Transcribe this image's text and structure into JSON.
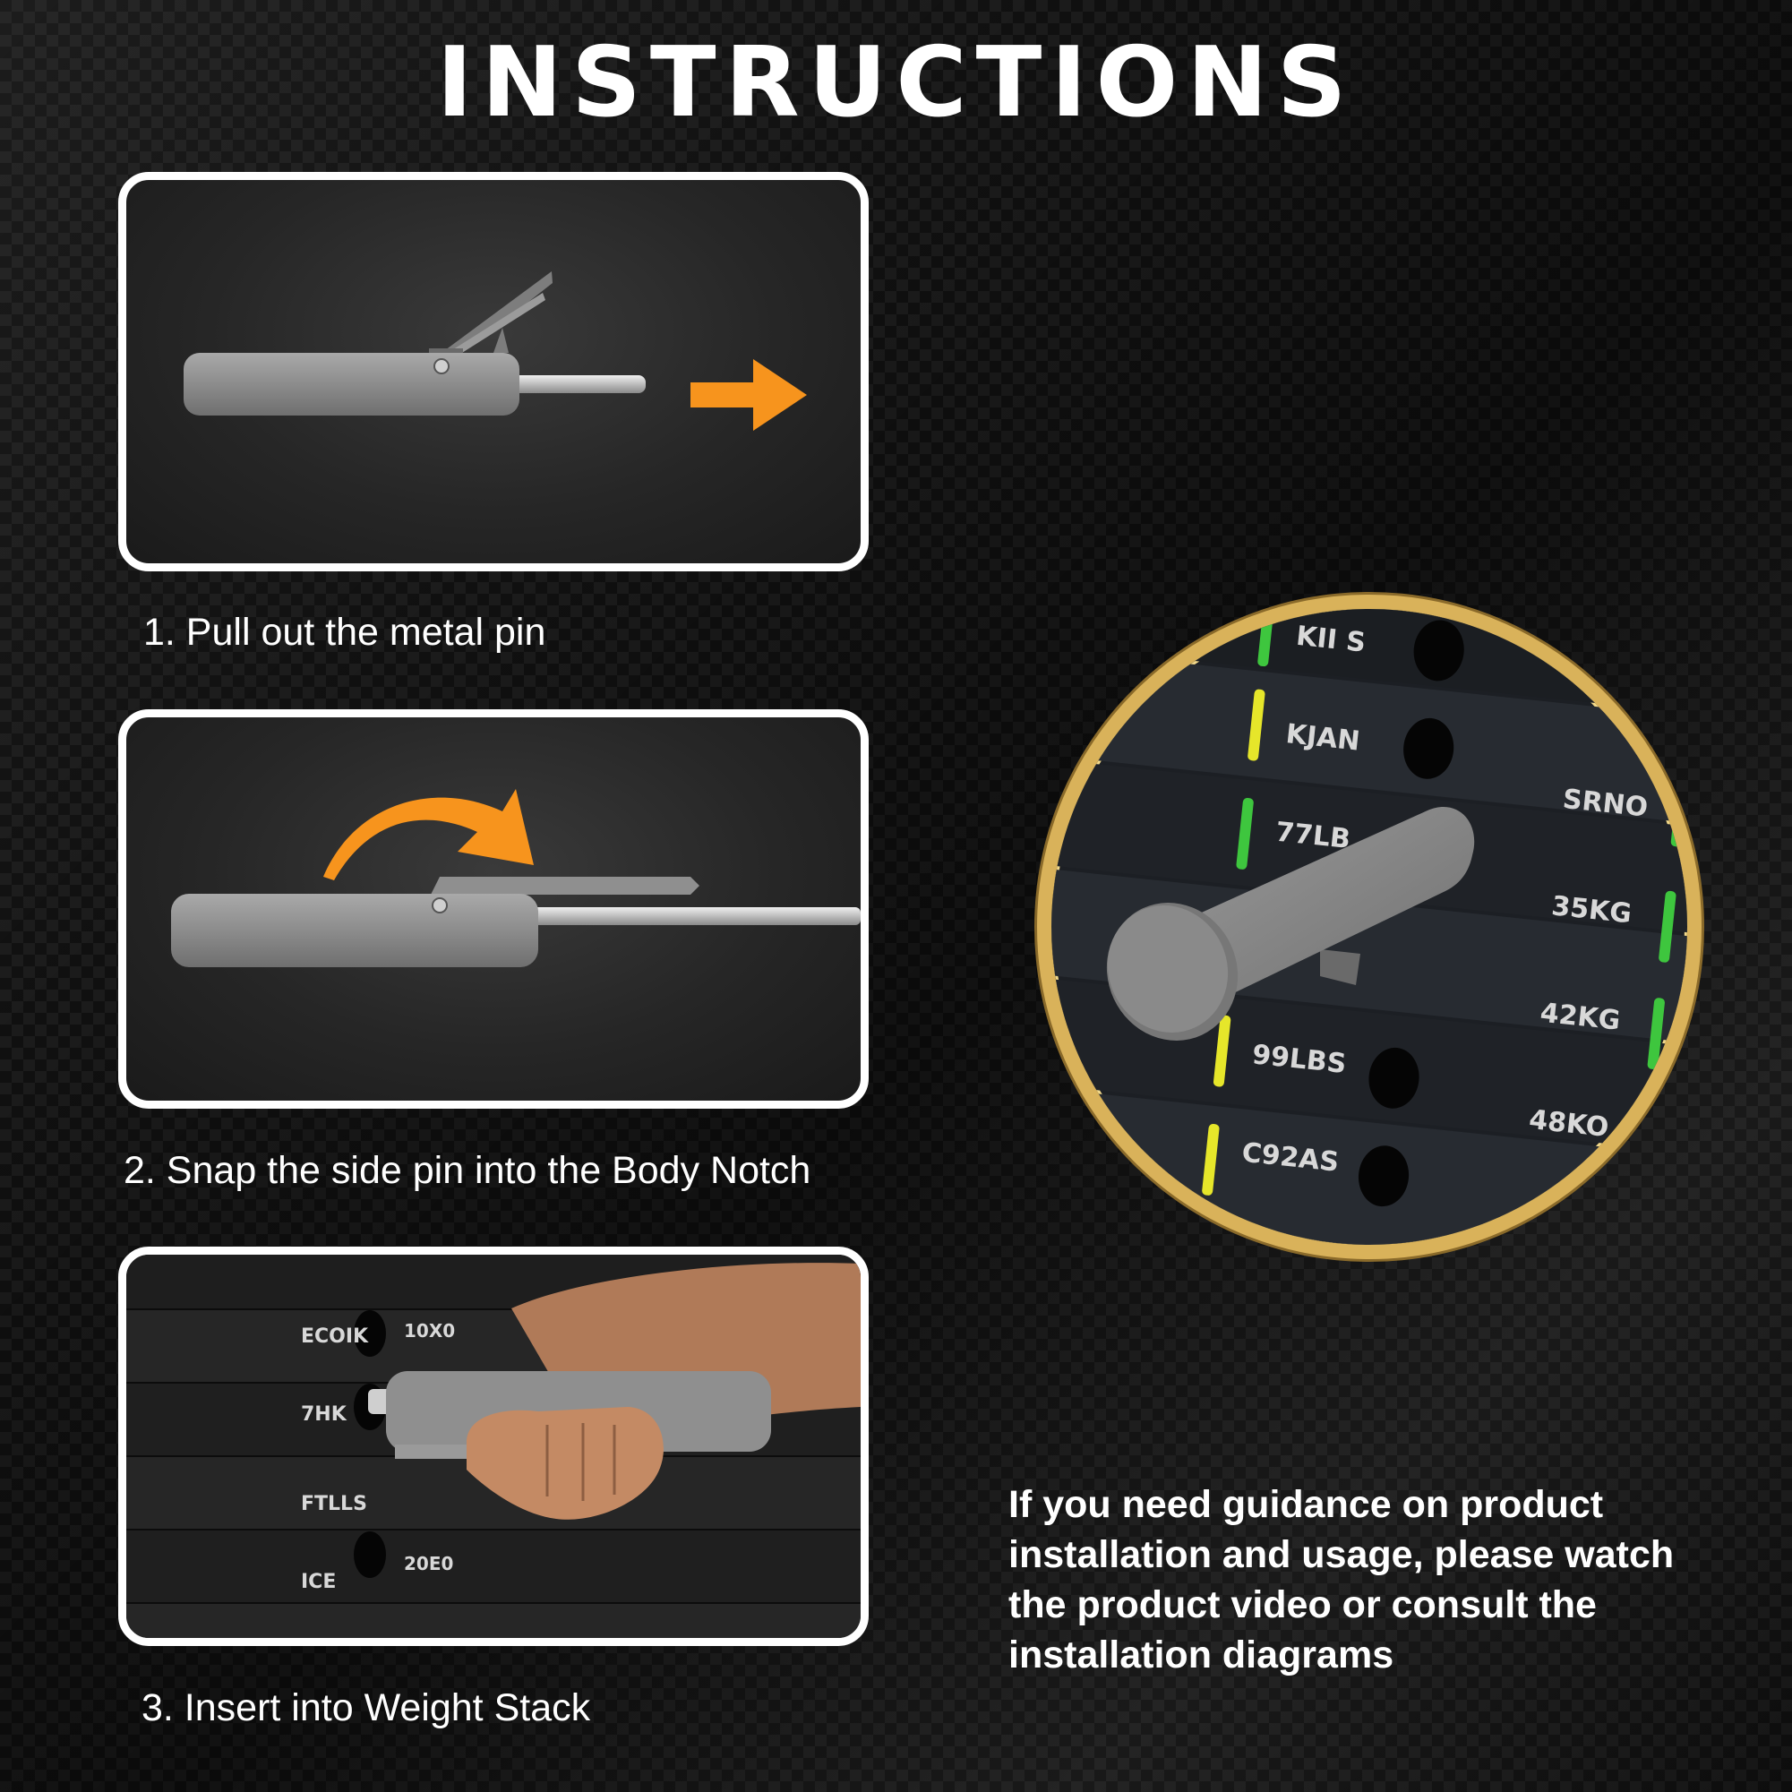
{
  "title": "INSTRUCTIONS",
  "steps": [
    {
      "caption": "1. Pull out the metal pin"
    },
    {
      "caption": "2. Snap the side pin into the Body Notch"
    },
    {
      "caption": "3. Insert into Weight Stack"
    }
  ],
  "guidance": "If you need guidance on product installation and usage, please watch the product video or consult the installation diagrams",
  "zoom_plates": {
    "left": [
      "KII S",
      "KJAN",
      "77LB",
      "99LBS",
      "C92AS"
    ],
    "right": [
      "SRNO",
      "35KG",
      "42KG",
      "48KO"
    ]
  },
  "stack_plates": [
    "ECOIK",
    "10X0",
    "7HK",
    "FTLLS",
    "ICE",
    "20E0"
  ],
  "colors": {
    "accent_arrow": "#f7941d",
    "frame": "#ffffff",
    "zoom_ring": "#d9b25a",
    "pin_body": "#8f8f8f",
    "plate_green": "#3ec63e",
    "plate_yellow": "#e6e62a"
  }
}
